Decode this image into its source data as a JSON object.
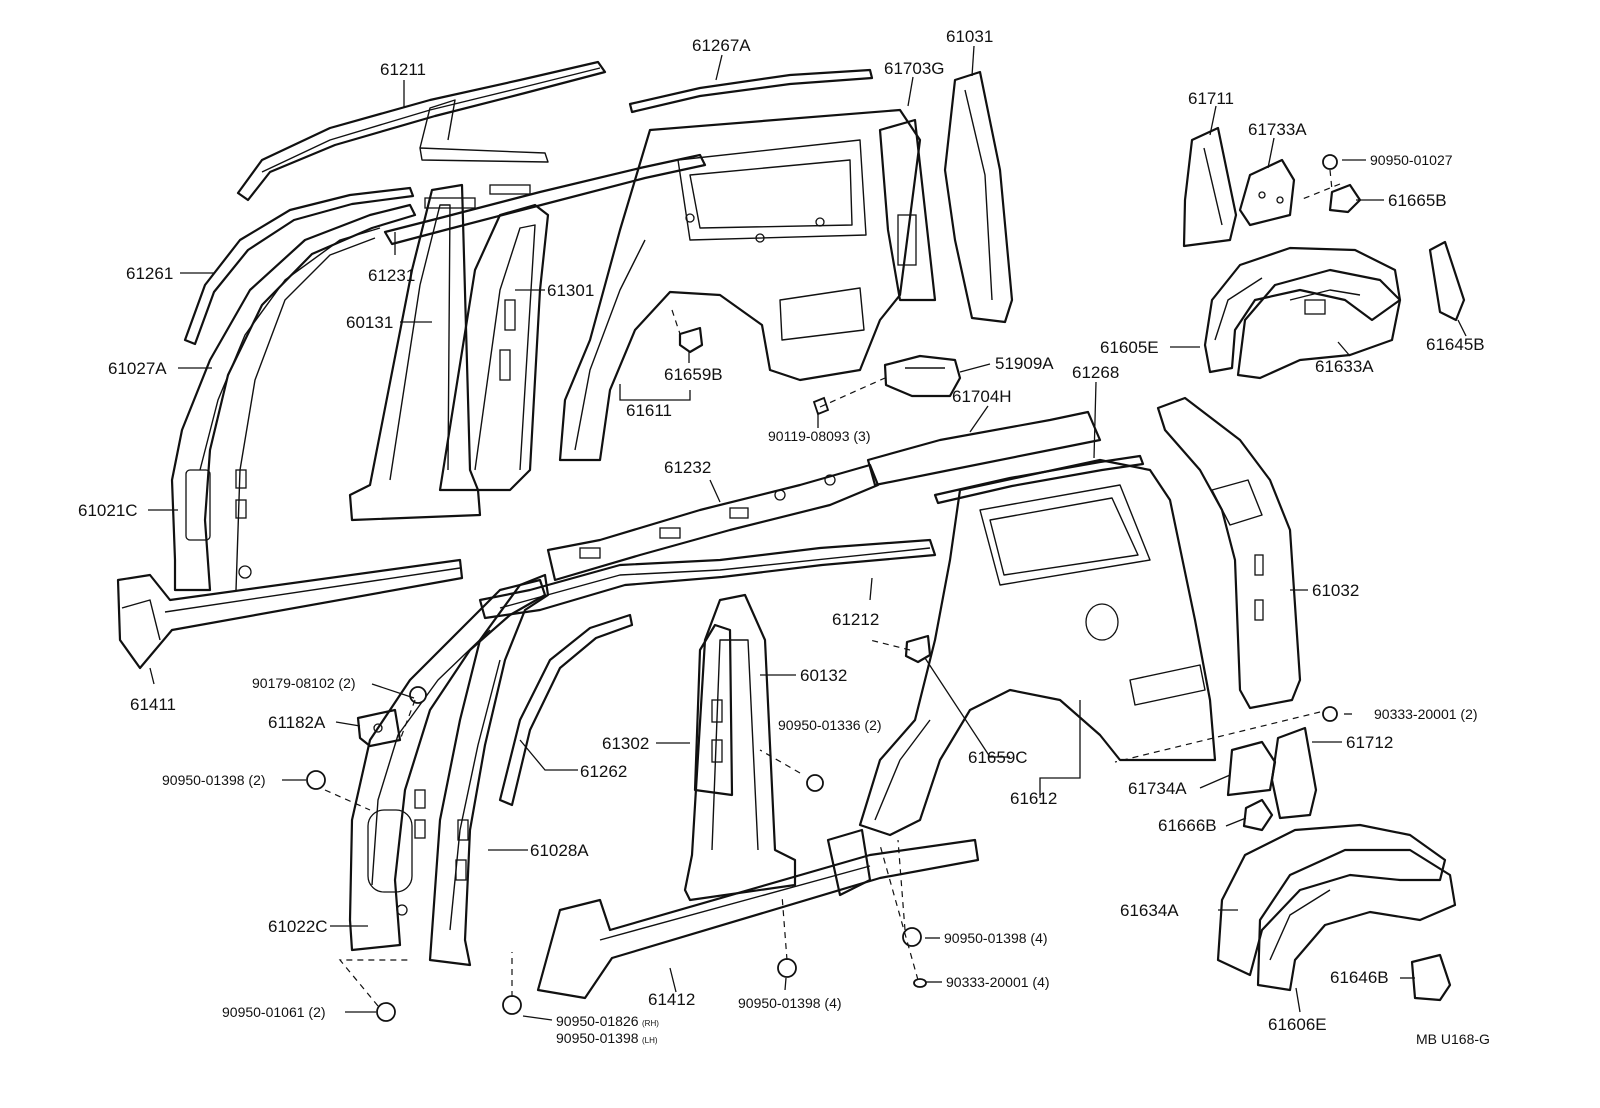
{
  "labels": {
    "p61211": "61211",
    "p61267A": "61267A",
    "p61703G": "61703G",
    "p61031": "61031",
    "p61711": "61711",
    "p61733A": "61733A",
    "p90950_01027": "90950-01027",
    "p61665B": "61665B",
    "p61261": "61261",
    "p61231": "61231",
    "p61301": "61301",
    "p60131": "60131",
    "p61027A": "61027A",
    "p61659B": "61659B",
    "p61611": "61611",
    "p51909A": "51909A",
    "p61605E": "61605E",
    "p61633A": "61633A",
    "p61645B": "61645B",
    "p61268": "61268",
    "p61704H": "61704H",
    "p90119_08093": "90119-08093 (3)",
    "p61232": "61232",
    "p61021C": "61021C",
    "p61032": "61032",
    "p61212": "61212",
    "p61411": "61411",
    "p90179_08102": "90179-08102 (2)",
    "p61182A": "61182A",
    "p60132": "60132",
    "p90950_01336": "90950-01336 (2)",
    "p90333_20001_2": "90333-20001 (2)",
    "p61712": "61712",
    "p90950_01398_2": "90950-01398 (2)",
    "p61302": "61302",
    "p61262": "61262",
    "p61659C": "61659C",
    "p61734A": "61734A",
    "p61612": "61612",
    "p61666B": "61666B",
    "p61028A": "61028A",
    "p61634A": "61634A",
    "p61022C": "61022C",
    "p90950_01398_4a": "90950-01398 (4)",
    "p90333_20001_4": "90333-20001 (4)",
    "p61646B": "61646B",
    "p61412": "61412",
    "p90950_01398_4b": "90950-01398 (4)",
    "p90950_01061": "90950-01061 (2)",
    "p90950_01826": "90950-01826",
    "p90950_01826_sfx": "(RH)",
    "p90950_01398_lh": "90950-01398",
    "p90950_01398_lh_sfx": "(LH)",
    "p61606E": "61606E",
    "ref_code": "MB U168-G"
  }
}
